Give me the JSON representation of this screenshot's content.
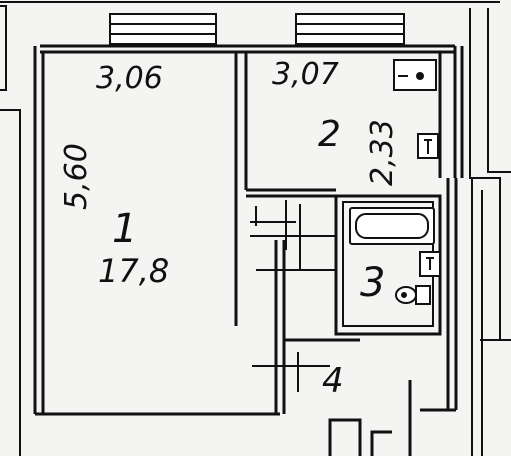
{
  "floor_plan": {
    "rooms": [
      {
        "number": "1",
        "area": "17,8",
        "width": "3,06",
        "length": "5,60"
      },
      {
        "number": "2",
        "width": "3,07",
        "length": "2,33"
      },
      {
        "number": "3"
      },
      {
        "number": "4"
      }
    ]
  },
  "colors": {
    "wall": "#111111",
    "paper": "#f4f4f2"
  }
}
